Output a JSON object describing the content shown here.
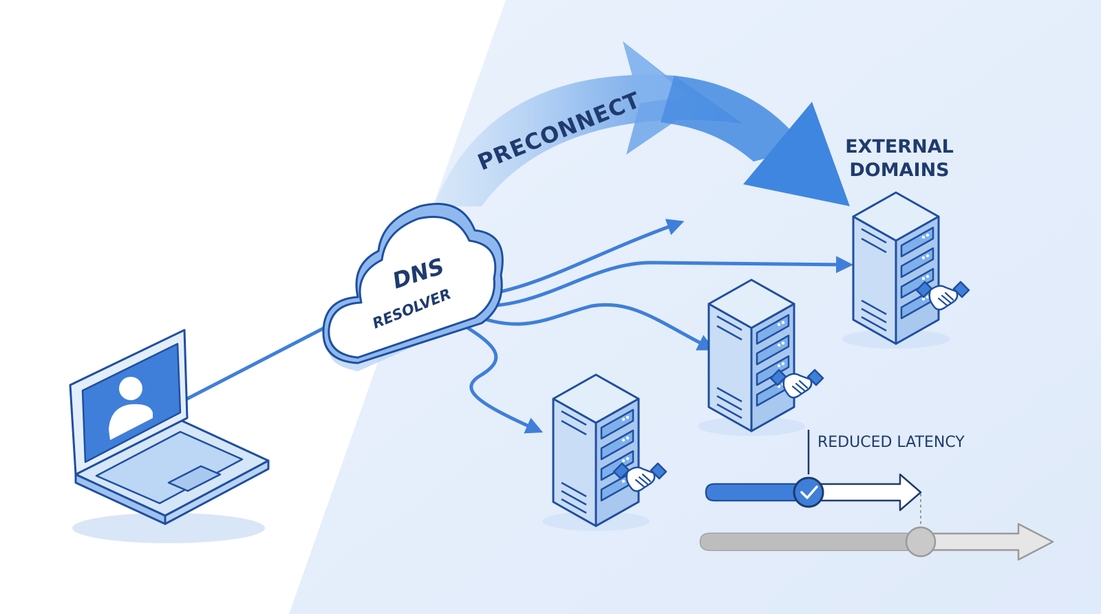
{
  "labels": {
    "preconnect": "PRECONNECT",
    "external_domains": [
      "EXTERNAL",
      "DOMAINS"
    ],
    "dns_resolver": [
      "DNS",
      "RESOLVER"
    ],
    "reduced_latency": "REDUCED LATENCY"
  },
  "icons": [
    "laptop-icon",
    "user-icon",
    "cloud-icon",
    "server-icon",
    "handshake-icon",
    "check-icon"
  ],
  "colors": {
    "accent": "#3f7fd9",
    "accent_dark": "#1f4fa0",
    "ink": "#1f3b6e",
    "panel": "#e6f0fb",
    "server_fill": "#c9ddf6",
    "grey_bar": "#bdbdbd"
  }
}
